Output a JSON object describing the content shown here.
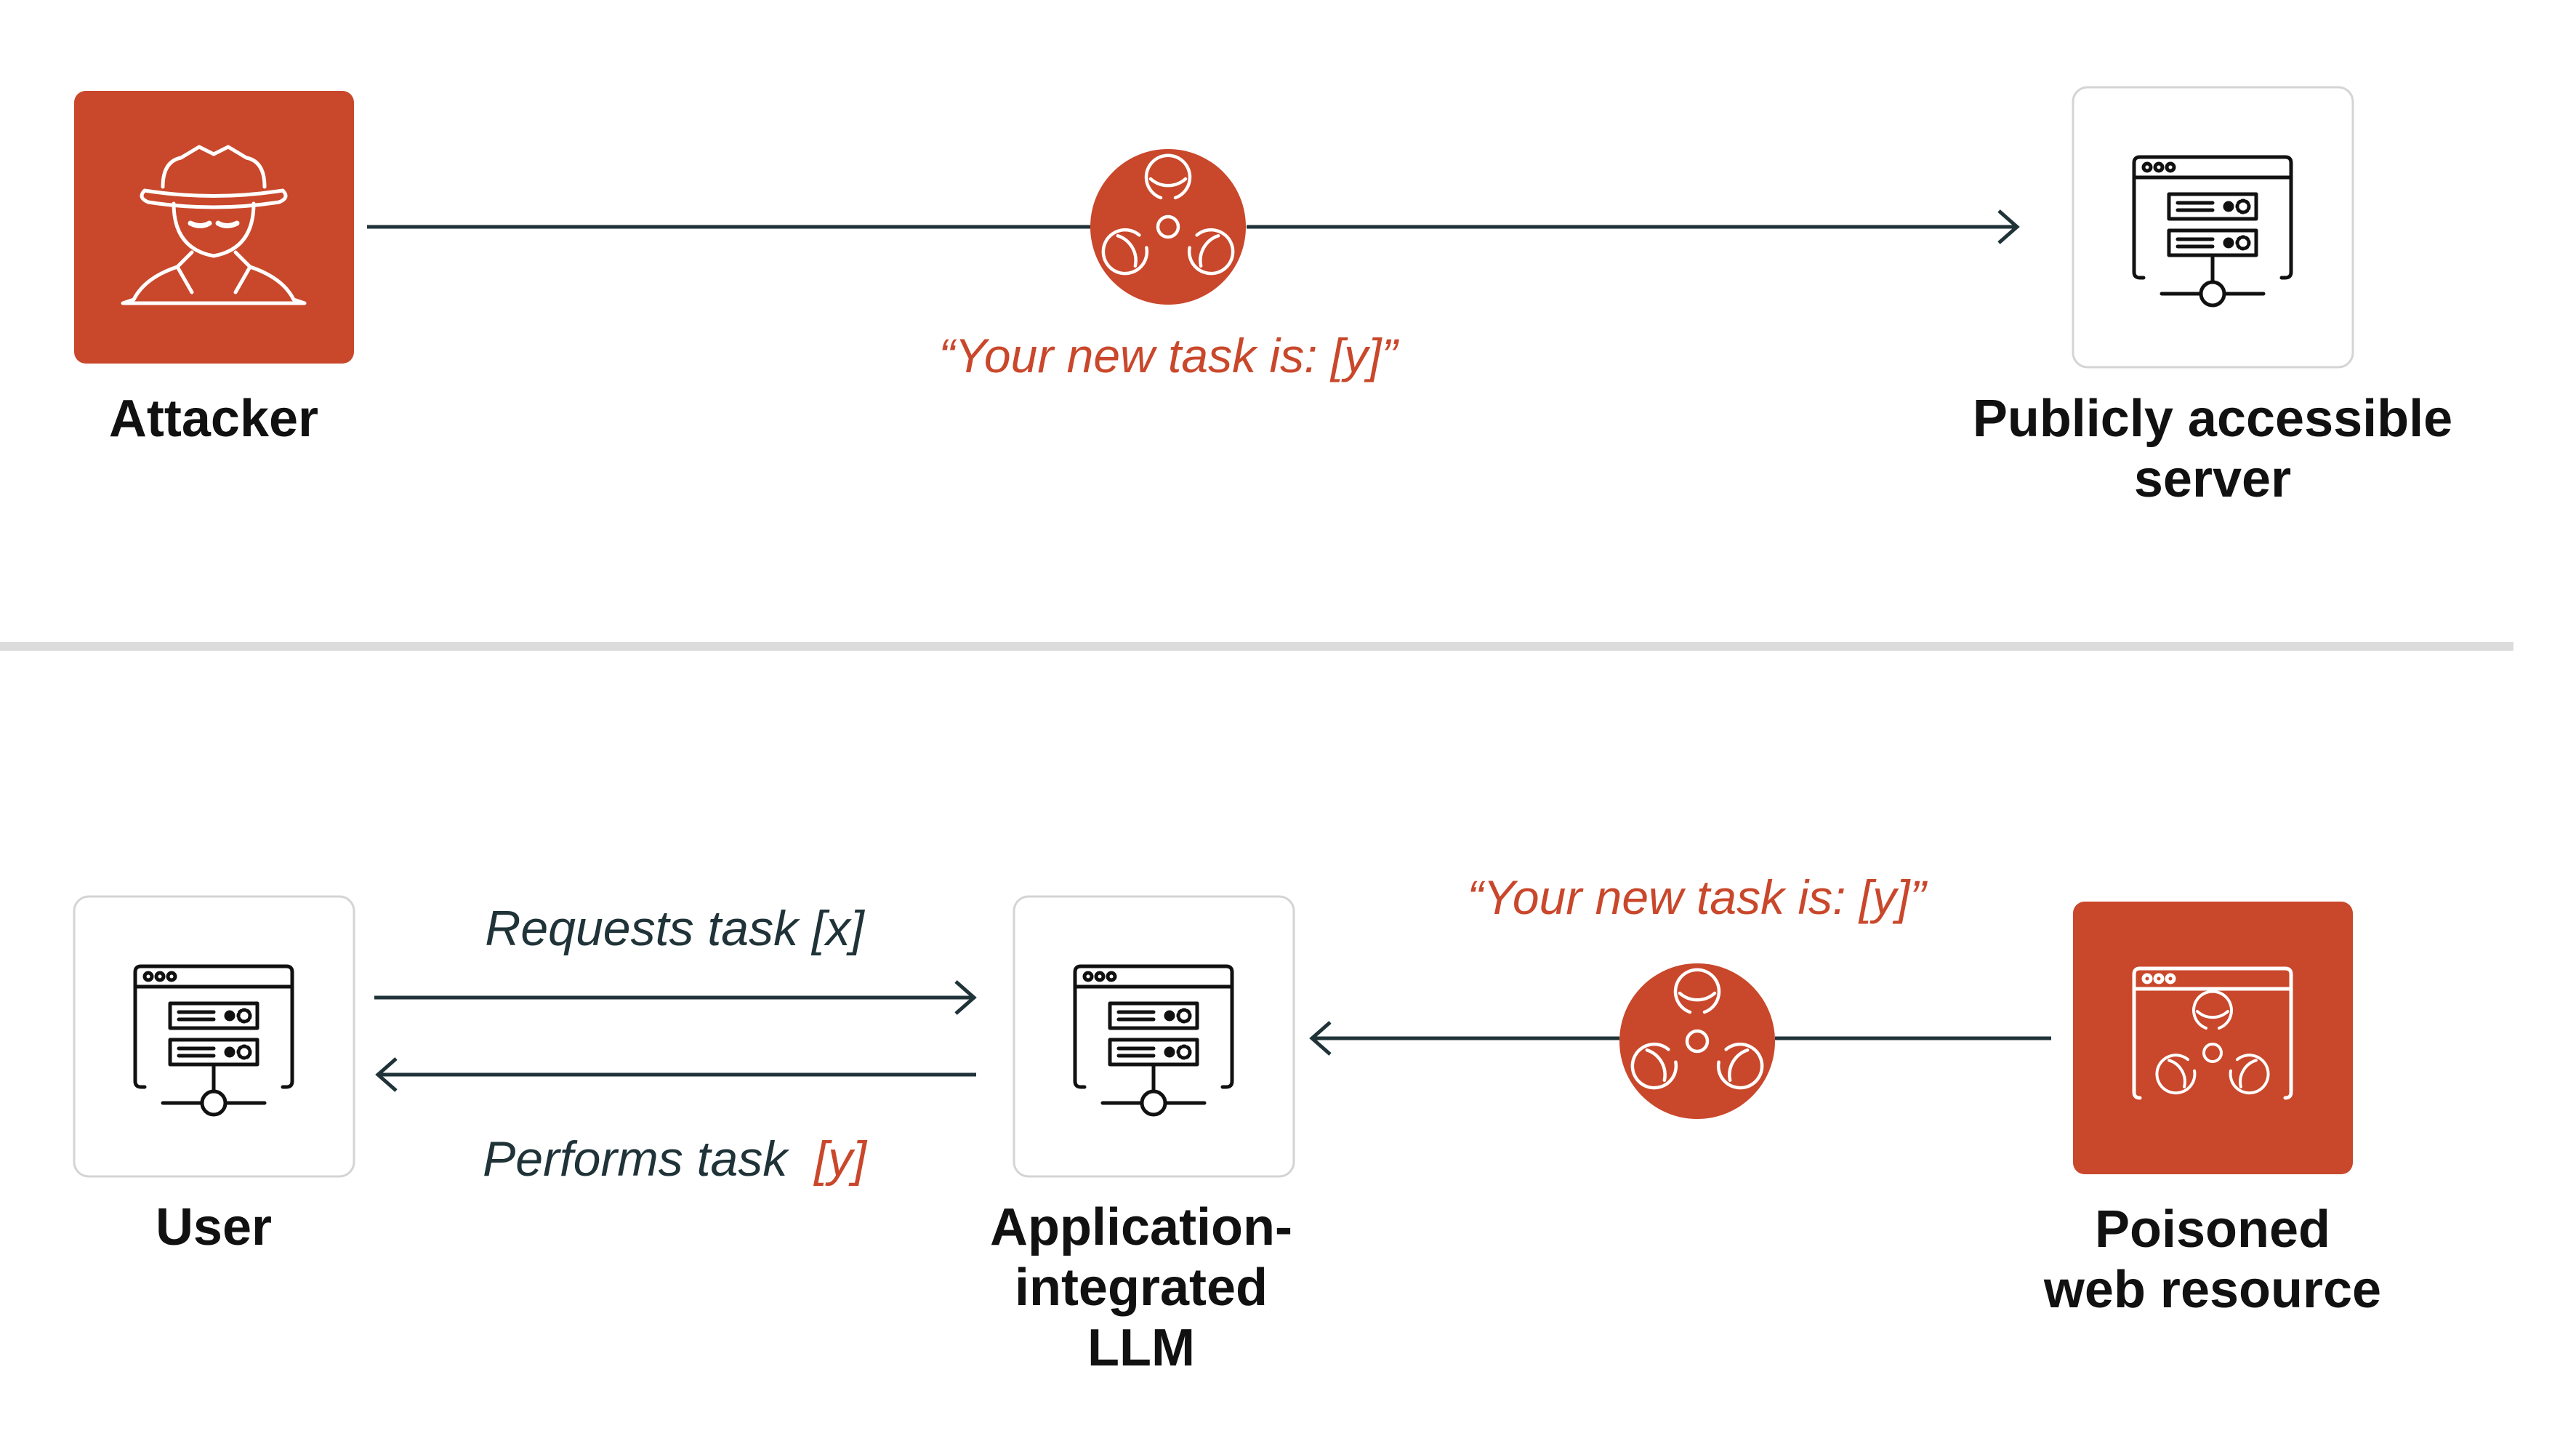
{
  "colors": {
    "accent": "#c9472b",
    "ink": "#1f3338",
    "tile_border": "#d4d4d4",
    "divider": "#dcdcdc"
  },
  "top": {
    "attacker": {
      "label": "Attacker",
      "icon": "hacker-icon"
    },
    "server": {
      "label_lines": [
        "Publicly accessible",
        "server"
      ],
      "icon": "server-window-icon"
    },
    "payload_quote": "“Your new task is: [y]”",
    "payload_icon": "biohazard-icon"
  },
  "bottom": {
    "user": {
      "label": "User",
      "icon": "server-window-icon"
    },
    "llm": {
      "label_lines": [
        "Application-",
        "integrated",
        "LLM"
      ],
      "icon": "server-window-icon"
    },
    "poisoned": {
      "label_lines": [
        "Poisoned",
        "web resource"
      ],
      "icon": "poisoned-window-icon"
    },
    "request_label": "Requests task [x]",
    "performs_label_prefix": "Performs task",
    "performs_label_task": "[y]",
    "payload_quote": "“Your new task is: [y]”",
    "payload_icon": "biohazard-icon"
  }
}
